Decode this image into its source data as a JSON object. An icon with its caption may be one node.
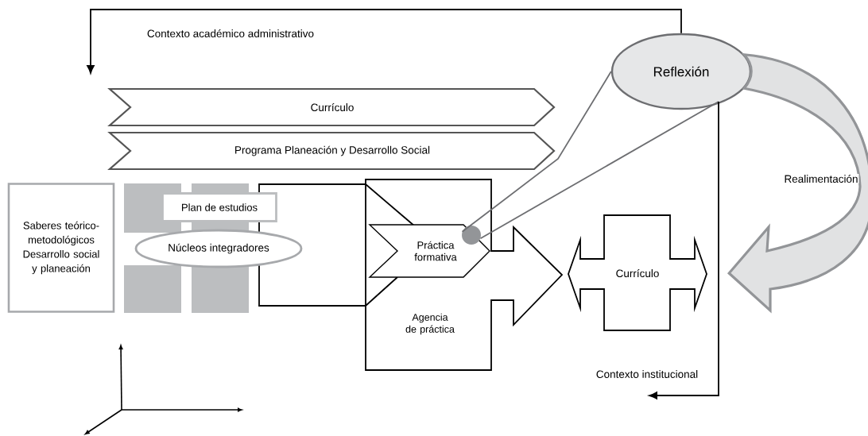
{
  "diagram": {
    "nodes": [
      {
        "text": [
          "Reflexión"
        ]
      },
      {
        "text": [
          "Currículo"
        ]
      },
      {
        "text": [
          "Programa Planeación y Desarrollo Social"
        ]
      },
      {
        "text": [
          "Saberes teórico-metodológicos Desarrollo social y planeación"
        ]
      },
      {
        "text": [
          "Plan de estudios"
        ]
      },
      {
        "text": [
          "Núcleos integradores"
        ]
      },
      {
        "text": [
          "Agencia de práctica"
        ]
      },
      {
        "text": [
          "Práctica formativa"
        ],
        "in": 6
      },
      {
        "text": [],
        "shape": "circle",
        "in": 7
      },
      {
        "text": [
          "Currículo"
        ]
      }
    ],
    "edges": [
      {
        "from": 0,
        "to": null,
        "arrow": "to",
        "label": "Contexto académico administrativo"
      },
      {
        "from": 0,
        "to": 8,
        "arrow": "none",
        "color": "#6d6e71"
      },
      {
        "from": 0,
        "to": 8,
        "arrow": "none",
        "color": "#6d6e71"
      },
      {
        "from": 0,
        "to": 9,
        "arrow": "to",
        "label": "Realimentación",
        "style": "thick",
        "color": "#939598"
      },
      {
        "from": 0,
        "to": null,
        "arrow": "to",
        "label": "Contexto institucional"
      }
    ]
  }
}
